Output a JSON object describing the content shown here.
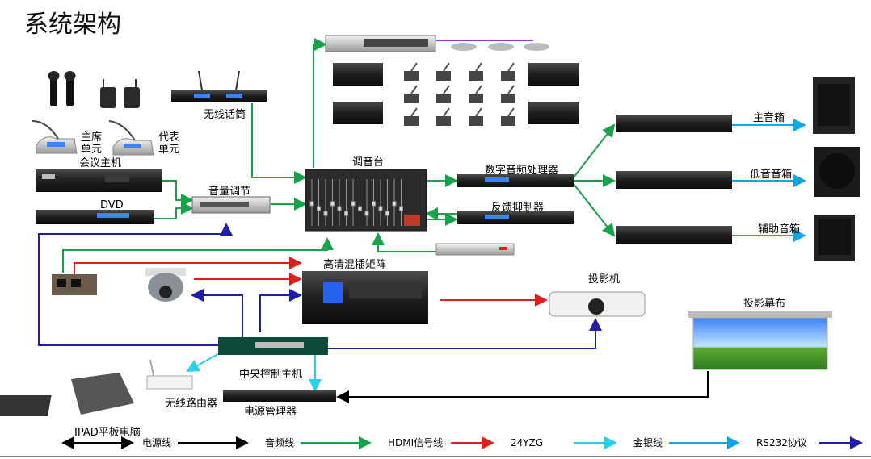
{
  "title": "系统架构",
  "labels": {
    "wireless_mic": "无线话筒",
    "chair_unit": "主席\n单元",
    "delegate_unit": "代表\n单元",
    "conference_host": "会议主机",
    "dvd": "DVD",
    "volume_control": "音量调节",
    "mixer": "调音台",
    "dsp": "数字音频处理器",
    "feedback": "反馈抑制器",
    "main_speaker": "主音箱",
    "sub_speaker": "低音音箱",
    "aux_speaker": "辅助音箱",
    "matrix": "高清混插矩阵",
    "projector": "投影机",
    "screen": "投影幕布",
    "central_control": "中央控制主机",
    "router": "无线路由器",
    "power_manager": "电源管理器",
    "ipad": "IPAD平板电脑"
  },
  "legend": [
    {
      "label": "电源线",
      "color": "#000000"
    },
    {
      "label": "音频线",
      "color": "#16a34a"
    },
    {
      "label": "HDMI信号线",
      "color": "#e11d1d"
    },
    {
      "label": "24YZG",
      "color": "#22d3ee"
    },
    {
      "label": "金银线",
      "color": "#0ea5e9"
    },
    {
      "label": "RS232协议",
      "color": "#1e1ea8"
    }
  ],
  "colors": {
    "audio": "#16a34a",
    "hdmi": "#e11d1d",
    "rs232": "#1e1ea8",
    "cyan": "#22d3ee",
    "speaker": "#0ea5e9",
    "power": "#000000"
  }
}
